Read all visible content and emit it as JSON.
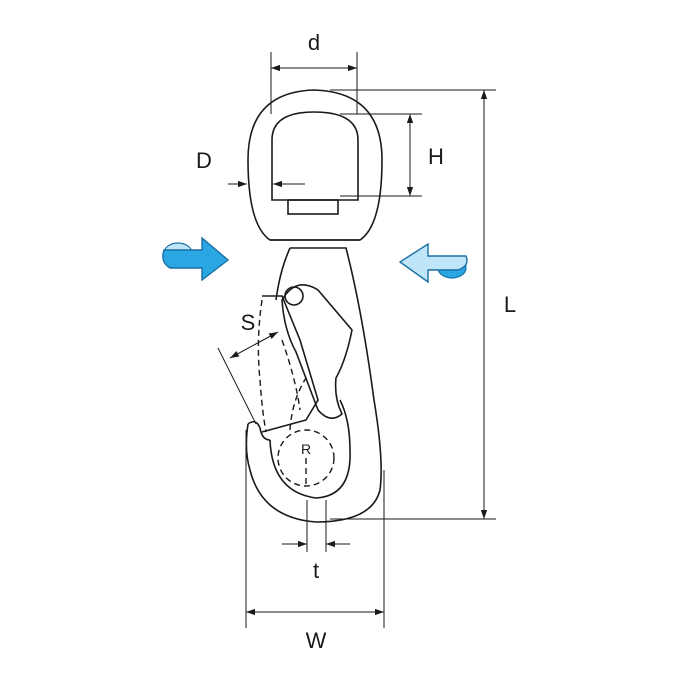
{
  "labels": {
    "d": "d",
    "D": "D",
    "H": "H",
    "L": "L",
    "S": "S",
    "R": "R",
    "t": "t",
    "W": "W"
  },
  "colors": {
    "line": "#1a1a1a",
    "arrow_fill": "#2aa7e2",
    "arrow_light": "#bfe6f8",
    "arrow_edge": "#1a6fa5",
    "background": "#ffffff"
  },
  "icons": {
    "left_arrow": "rotation-arrow-right-icon",
    "right_arrow": "rotation-arrow-left-icon"
  }
}
